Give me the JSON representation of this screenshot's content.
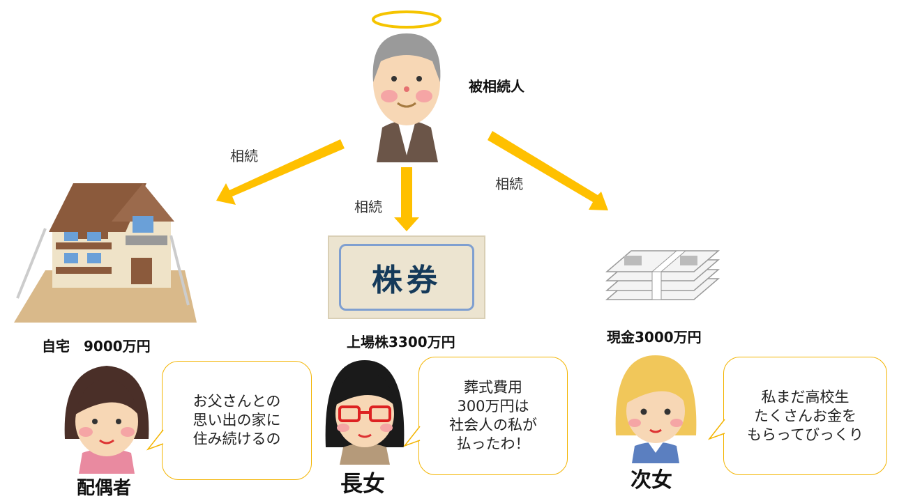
{
  "deceased": {
    "label": "被相続人"
  },
  "arrows": [
    {
      "label": "相続"
    },
    {
      "label": "相続"
    },
    {
      "label": "相続"
    }
  ],
  "assets": {
    "house": {
      "label": "自宅　9000万円"
    },
    "stock": {
      "label": "上場株3300万円",
      "certificate_text": "株券"
    },
    "cash": {
      "label": "現金3000万円"
    }
  },
  "heirs": [
    {
      "label": "配偶者",
      "speech": [
        "お父さんとの",
        "思い出の家に",
        "住み続けるの"
      ]
    },
    {
      "label": "長女",
      "speech": [
        "葬式費用",
        "300万円は",
        "社会人の私が",
        "払ったわ！"
      ]
    },
    {
      "label": "次女",
      "speech": [
        "私まだ高校生",
        "たくさんお金を",
        "もらってびっくり"
      ]
    }
  ],
  "colors": {
    "arrow": "#ffc000",
    "bubble_border": "#f3b400"
  }
}
